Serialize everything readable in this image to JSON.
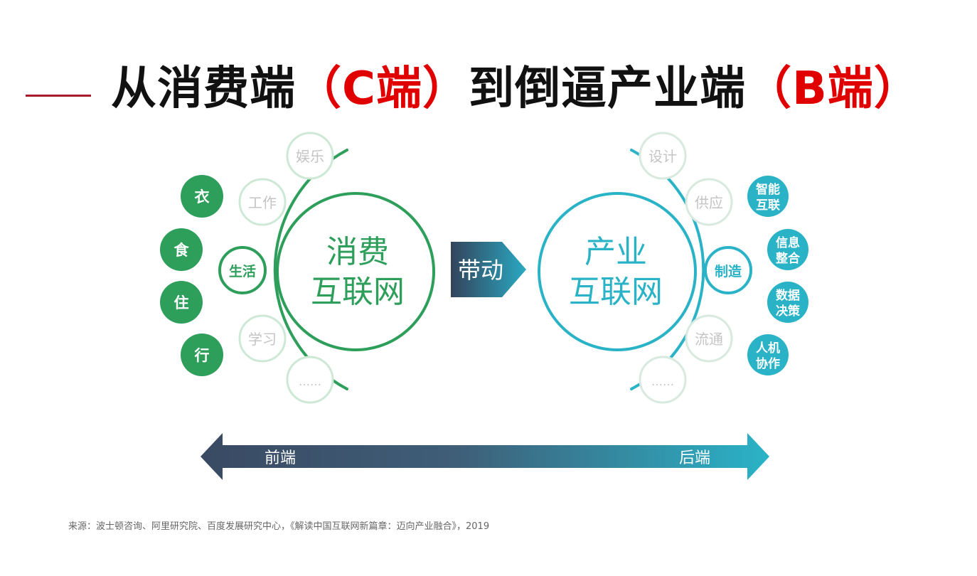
{
  "title": {
    "part1": "从消费端",
    "part2": "（C端）",
    "part3": "到倒逼产业端",
    "part4": "（B端）",
    "accent_color": "#e00000",
    "line_color": "#a61b29"
  },
  "consumer": {
    "center_line1": "消费",
    "center_line2": "互联网",
    "color": "#2e9e5b",
    "scenes": [
      "娱乐",
      "工作",
      "生活",
      "学习",
      "……"
    ],
    "basics": [
      "衣",
      "食",
      "住",
      "行"
    ]
  },
  "drive_label": "带动",
  "industry": {
    "center_line1": "产业",
    "center_line2": "互联网",
    "color": "#2ab3c7",
    "links": [
      "设计",
      "供应",
      "制造",
      "流通",
      "……"
    ],
    "capabilities": [
      {
        "line1": "智能",
        "line2": "互联"
      },
      {
        "line1": "信息",
        "line2": "整合"
      },
      {
        "line1": "数据",
        "line2": "决策"
      },
      {
        "line1": "人机",
        "line2": "协作"
      }
    ]
  },
  "range": {
    "left_label": "前端",
    "right_label": "后端",
    "left_color": "#3a4a63",
    "right_color": "#2ab3c7"
  },
  "source": "来源：波士顿咨询、阿里研究院、百度发展研究中心，《解读中国互联网新篇章：迈向产业融合》，2019"
}
